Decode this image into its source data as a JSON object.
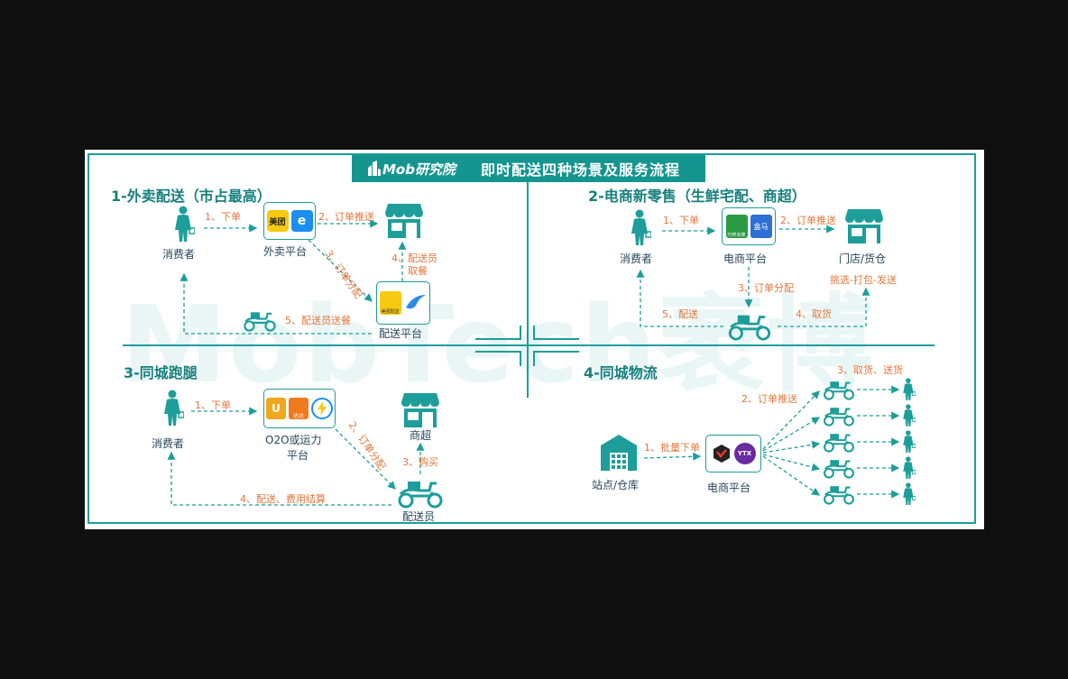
{
  "header": {
    "logo_text": "Mob研究院",
    "title": "即时配送四种场景及服务流程"
  },
  "watermark": "MobTech袤博",
  "sections": {
    "s1": {
      "title": "1-外卖配送（市占最高）",
      "consumer": "消费者",
      "platform": "外卖平台",
      "delivery_platform": "配送平台",
      "app_labels": [
        "美团",
        "e"
      ],
      "delivery_app_label": "美团配送",
      "steps": [
        "1、下单",
        "2、订单推送",
        "3、订单分配",
        "4、配送员",
        "取餐",
        "5、配送员送餐"
      ]
    },
    "s2": {
      "title": "2-电商新零售（生鲜宅配、商超）",
      "consumer": "消费者",
      "platform": "电商平台",
      "store": "门店/货仓",
      "store_note": "挑选-打包-发送",
      "app_labels": [
        "叮咚买菜",
        "盒马"
      ],
      "steps": [
        "1、下单",
        "2、订单推送",
        "3、订单分配",
        "4、取货",
        "5、配送"
      ]
    },
    "s3": {
      "title": "3-同城跑腿",
      "consumer": "消费者",
      "platform_line1": "O2O或运力",
      "platform_line2": "平台",
      "store": "商超",
      "courier": "配送员",
      "app_labels": [
        "U",
        "达达"
      ],
      "steps": [
        "1、下单",
        "2、订单分配",
        "3、购买",
        "4、配送、费用结算"
      ]
    },
    "s4": {
      "title": "4-同城物流",
      "warehouse": "站点/仓库",
      "platform": "电商平台",
      "app_labels": [
        "YTX"
      ],
      "steps": [
        "1、批量下单",
        "2、订单推送",
        "3、取货、送货"
      ]
    }
  },
  "colors": {
    "teal": "#1d9e9a",
    "title_bar": "#15958f",
    "section_title": "#17807d",
    "step_text": "#e1773a",
    "label_text": "#24455a",
    "meituan_yellow": "#f7c90f",
    "eleme_blue": "#1a8ff0"
  }
}
